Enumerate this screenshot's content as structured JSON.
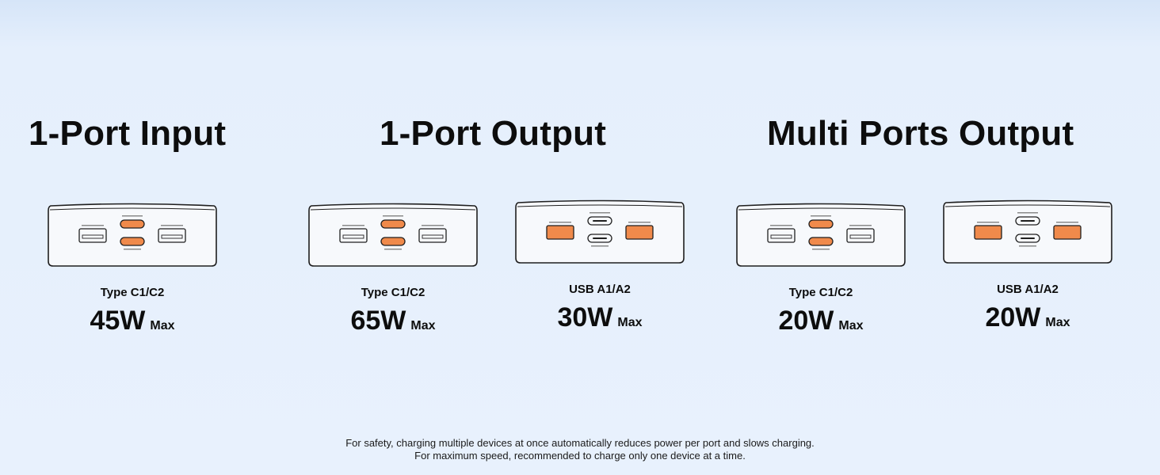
{
  "sections": {
    "input": {
      "title": "1-Port Input"
    },
    "single_output": {
      "title": "1-Port Output"
    },
    "multi_output": {
      "title": "Multi Ports Output"
    }
  },
  "panels": [
    {
      "ports": "Type C1/C2",
      "watts": "45W",
      "unit": "Max",
      "highlight": "type-c",
      "layout": "c-center"
    },
    {
      "ports": "Type C1/C2",
      "watts": "65W",
      "unit": "Max",
      "highlight": "type-c",
      "layout": "c-center"
    },
    {
      "ports": "USB A1/A2",
      "watts": "30W",
      "unit": "Max",
      "highlight": "usb-a",
      "layout": "c-center"
    },
    {
      "ports": "Type C1/C2",
      "watts": "20W",
      "unit": "Max",
      "highlight": "type-c",
      "layout": "c-center"
    },
    {
      "ports": "USB A1/A2",
      "watts": "20W",
      "unit": "Max",
      "highlight": "usb-a",
      "layout": "c-center"
    }
  ],
  "footnote": {
    "line1": "For safety, charging multiple devices at once automatically reduces power per port and slows charging.",
    "line2": "For maximum speed, recommended to charge only one device at a time."
  },
  "colors": {
    "accent": "#f08a4b",
    "outline": "#1f1f1f",
    "device_fill": "#f7f9fc"
  }
}
